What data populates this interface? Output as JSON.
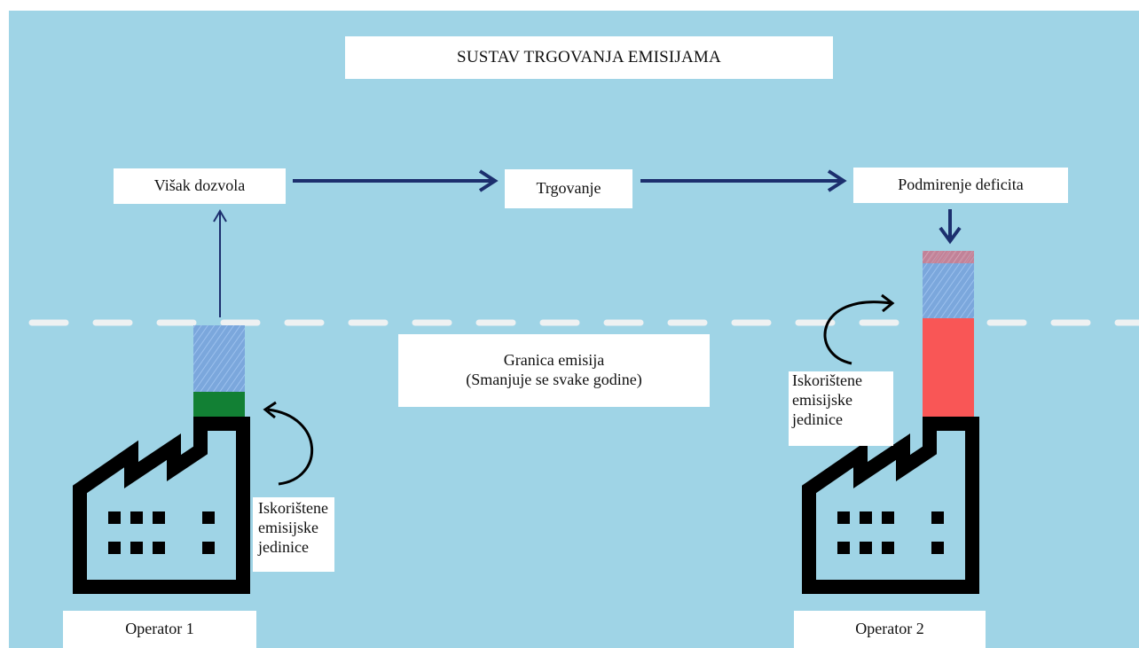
{
  "title": "SUSTAV TRGOVANJA EMISIJAMA",
  "flow": {
    "surplus": "Višak dozvola",
    "trading": "Trgovanje",
    "settle": "Podmirenje deficita"
  },
  "cap": {
    "line1": "Granica emisija",
    "line2": "(Smanjuje se svake godine)"
  },
  "operator1": {
    "label": "Operator 1",
    "used": [
      "Iskorištene",
      "emisijske",
      "jedinice"
    ]
  },
  "operator2": {
    "label": "Operator 2",
    "used": [
      "Iskorištene",
      "emisijske",
      "jedinice"
    ]
  },
  "colors": {
    "background": "#9fd4e6",
    "surplus_allowance": "#7ba7dc",
    "used_within_cap": "#128034",
    "deficit": "#f95656",
    "arrow": "#1c2f6e",
    "factory": "#000000"
  }
}
